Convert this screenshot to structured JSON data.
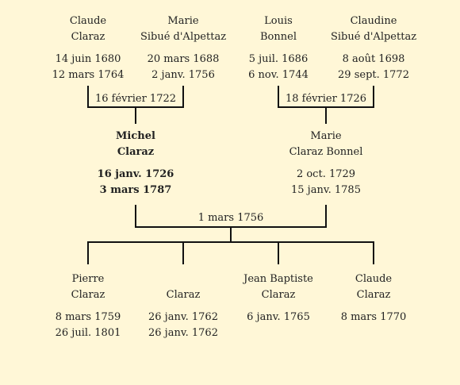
{
  "grandparents": [
    {
      "name1": "Claude",
      "name2": "Claraz",
      "birth": "14 juin 1680",
      "death": "12 mars 1764"
    },
    {
      "name1": "Marie",
      "name2": "Sibué d'Alpettaz",
      "birth": "20 mars 1688",
      "death": "2 janv. 1756"
    },
    {
      "name1": "Louis",
      "name2": "Bonnel",
      "birth": "5 juil. 1686",
      "death": "6 nov. 1744"
    },
    {
      "name1": "Claudine",
      "name2": "Sibué d'Alpettaz",
      "birth": "8 août 1698",
      "death": "29 sept. 1772"
    }
  ],
  "grandparent_marriages": [
    "16 février 1722",
    "18 février 1726"
  ],
  "parents": [
    {
      "name1": "Michel",
      "name2": "Claraz",
      "birth": "16 janv. 1726",
      "death": "3 mars 1787"
    },
    {
      "name1": "Marie",
      "name2": "Claraz Bonnel",
      "birth": "2 oct. 1729",
      "death": "15 janv. 1785"
    }
  ],
  "parent_marriage": "1 mars 1756",
  "children": [
    {
      "name1": "Pierre",
      "name2": "Claraz",
      "birth": "8 mars 1759",
      "death": "26 juil. 1801"
    },
    {
      "name1": "",
      "name2": "Claraz",
      "birth": "26 janv. 1762",
      "death": "26 janv. 1762"
    },
    {
      "name1": "Jean Baptiste",
      "name2": "Claraz",
      "birth": "6 janv. 1765",
      "death": ""
    },
    {
      "name1": "Claude",
      "name2": "Claraz",
      "birth": "8 mars 1770",
      "death": ""
    }
  ]
}
